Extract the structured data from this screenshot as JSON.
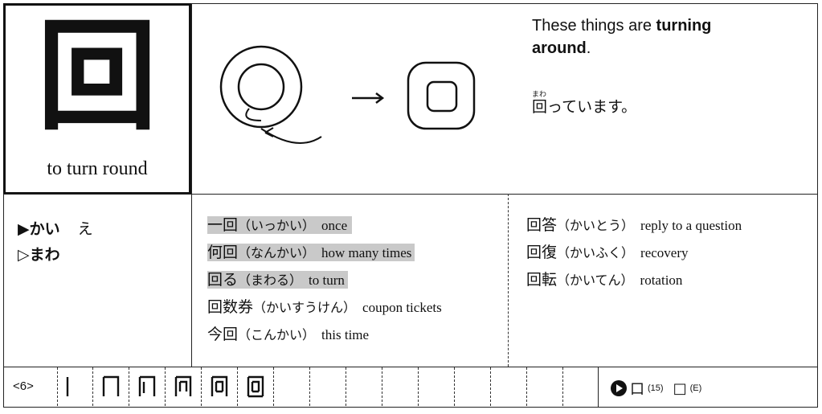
{
  "kanji": {
    "character": "回",
    "meaning": "to turn round"
  },
  "description": {
    "prefix": "These things are ",
    "bold": "turning around",
    "suffix": ".",
    "japanese_furigana": "まわ",
    "japanese_kanji": "回",
    "japanese_rest": "っています。"
  },
  "readings": [
    {
      "marker": "▶",
      "kana": "かい",
      "extra": "え"
    },
    {
      "marker": "▷",
      "kana": "まわ"
    }
  ],
  "vocab_left": [
    {
      "word": "一回",
      "reading": "（いっかい）",
      "english": "once",
      "highlighted": true
    },
    {
      "word": "何回",
      "reading": "（なんかい）",
      "english": "how many times",
      "highlighted": true
    },
    {
      "word": "回る",
      "reading": "（まわる）",
      "english": "to turn",
      "highlighted": true
    },
    {
      "word": "回数券",
      "reading": "（かいすうけん）",
      "english": "coupon tickets",
      "highlighted": false
    },
    {
      "word": "今回",
      "reading": "（こんかい）",
      "english": "this time",
      "highlighted": false
    }
  ],
  "vocab_right": [
    {
      "word": "回答",
      "reading": "（かいとう）",
      "english": "reply to a question"
    },
    {
      "word": "回復",
      "reading": "（かいふく）",
      "english": "recovery"
    },
    {
      "word": "回転",
      "reading": "（かいてん）",
      "english": "rotation"
    }
  ],
  "stroke_order": {
    "count_label": "<6>",
    "cells": 15,
    "filled": 6
  },
  "radical": {
    "radical1": "口",
    "radical1_num": "(15)",
    "radical2": "□",
    "radical2_label": "(E)"
  }
}
